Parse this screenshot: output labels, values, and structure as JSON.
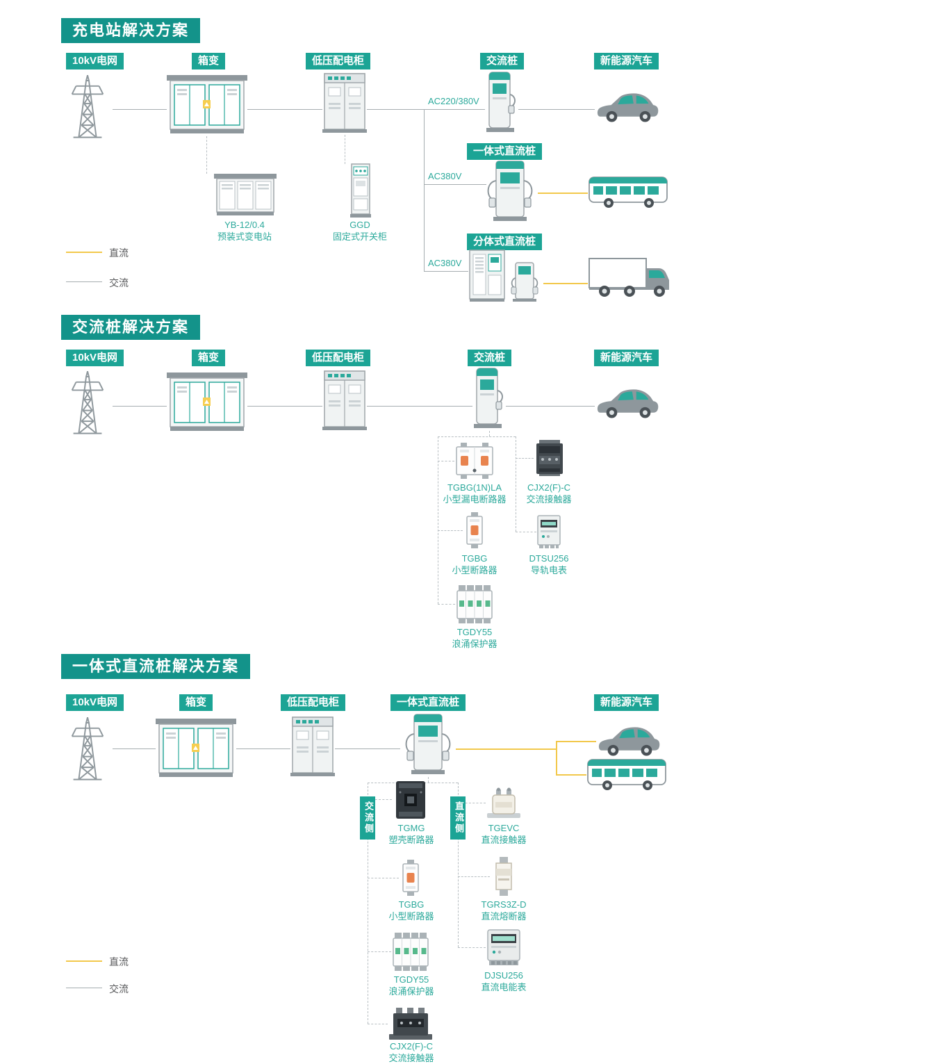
{
  "theme": {
    "title_bg": "#13938A",
    "badge_bg": "#1CA495",
    "caption_teal": "#2BA99B",
    "ac_line_gray": "#A6ADB0",
    "dc_line_yellow": "#F2C84B"
  },
  "legend": {
    "dc": "直流",
    "ac": "交流"
  },
  "sec_station": {
    "title": "充电站解决方案",
    "nodes": {
      "grid": "10kV电网",
      "transformer": "箱变",
      "lv_cabinet": "低压配电柜",
      "ac_pile": "交流桩",
      "ev": "新能源汽车",
      "integrated_dc_pile": "一体式直流桩",
      "split_dc_pile": "分体式直流桩"
    },
    "voltages": {
      "to_ac_pile": "AC220/380V",
      "to_integrated_dc": "AC380V",
      "to_split_dc": "AC380V"
    },
    "equipment": {
      "prefab_substation": {
        "model": "YB-12/0.4",
        "name": "预装式变电站"
      },
      "ggd_switchgear": {
        "model": "GGD",
        "name": "固定式开关柜"
      }
    }
  },
  "sec_ac": {
    "title": "交流桩解决方案",
    "nodes": {
      "grid": "10kV电网",
      "transformer": "箱变",
      "lv_cabinet": "低压配电柜",
      "ac_pile": "交流桩",
      "ev": "新能源汽车"
    },
    "components": [
      {
        "model": "TGBG(1N)LA",
        "name": "小型漏电断路器"
      },
      {
        "model": "CJX2(F)-C",
        "name": "交流接触器"
      },
      {
        "model": "TGBG",
        "name": "小型断路器"
      },
      {
        "model": "DTSU256",
        "name": "导轨电表"
      },
      {
        "model": "TGDY55",
        "name": "浪涌保护器"
      }
    ]
  },
  "sec_dc": {
    "title": "一体式直流桩解决方案",
    "nodes": {
      "grid": "10kV电网",
      "transformer": "箱变",
      "lv_cabinet": "低压配电柜",
      "dc_pile": "一体式直流桩",
      "ev": "新能源汽车"
    },
    "side_labels": {
      "ac_side": "交流侧",
      "dc_side": "直流侧"
    },
    "ac_components": [
      {
        "model": "TGMG",
        "name": "塑壳断路器"
      },
      {
        "model": "TGBG",
        "name": "小型断路器"
      },
      {
        "model": "TGDY55",
        "name": "浪涌保护器"
      },
      {
        "model": "CJX2(F)-C",
        "name": "交流接触器"
      }
    ],
    "dc_components": [
      {
        "model": "TGEVC",
        "name": "直流接触器"
      },
      {
        "model": "TGRS3Z-D",
        "name": "直流熔断器"
      },
      {
        "model": "DJSU256",
        "name": "直流电能表"
      }
    ]
  }
}
